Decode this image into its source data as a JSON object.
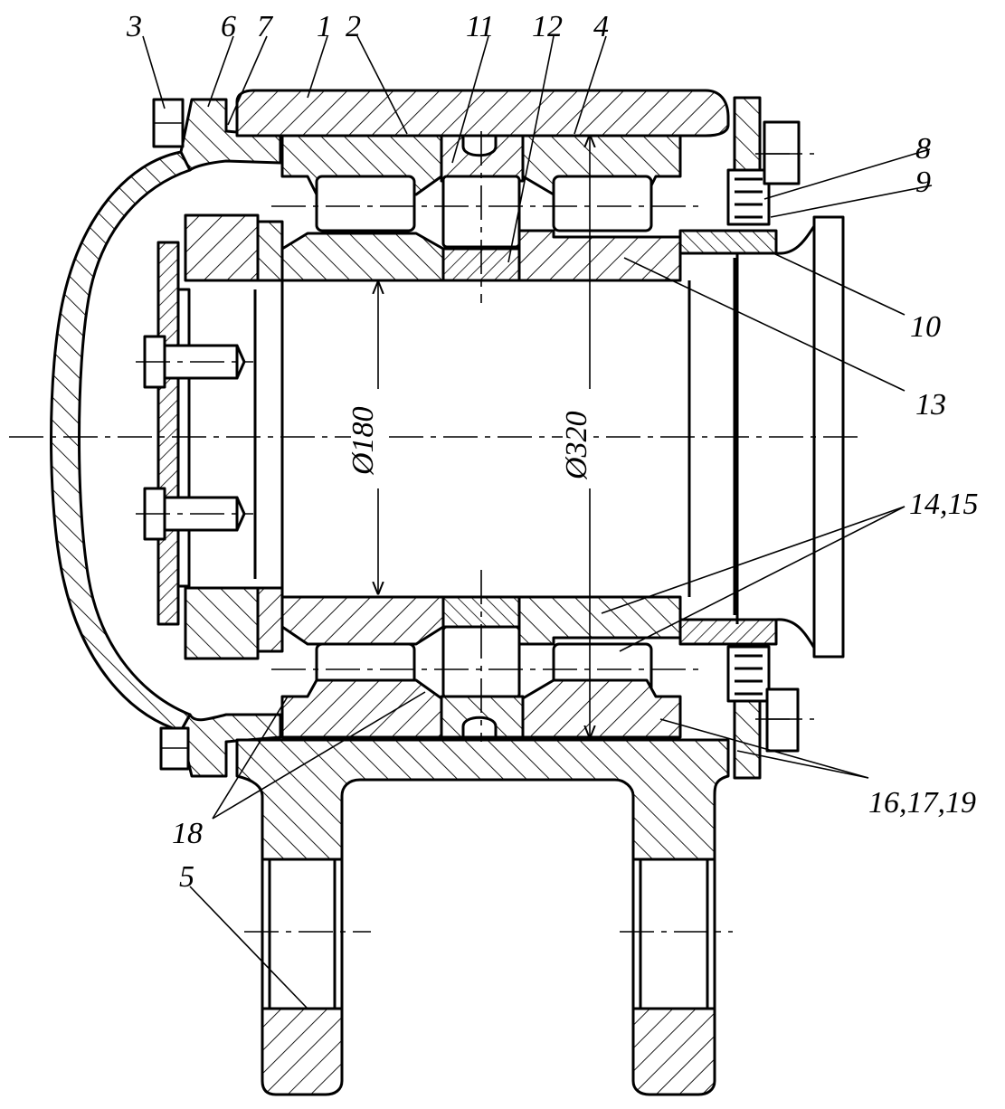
{
  "drawing": {
    "labels": {
      "l1": "1",
      "l2": "2",
      "l3": "3",
      "l4": "4",
      "l5": "5",
      "l6": "6",
      "l7": "7",
      "l8": "8",
      "l9": "9",
      "l10": "10",
      "l11": "11",
      "l12": "12",
      "l13": "13",
      "l14_15": "14,15",
      "l16_17_19": "16,17,19",
      "l18": "18"
    },
    "dimensions": {
      "bore": "Ø180",
      "outer": "Ø320"
    }
  }
}
